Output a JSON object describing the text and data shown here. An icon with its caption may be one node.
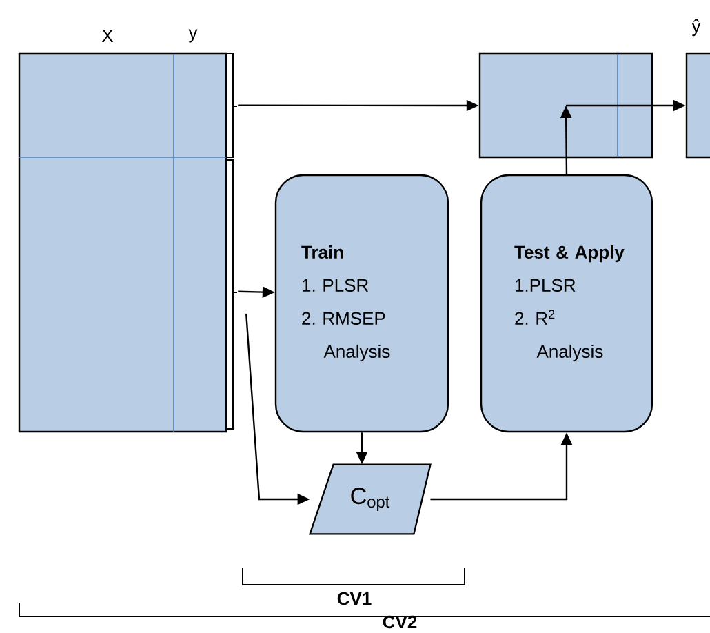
{
  "diagram": {
    "nodes": [
      {
        "text": [
          "X",
          "y"
        ]
      },
      {
        "text": [],
        "shape": "box"
      },
      {
        "text": [
          "ŷ"
        ]
      },
      {
        "text": [
          "Train",
          "1. PLSR",
          "2. RMSEP Analysis"
        ]
      },
      {
        "text": [
          "Test & Apply",
          "1.PLSR",
          "2. R$^{2}$ Analysis"
        ]
      },
      {
        "text": [
          "C$_{opt}$"
        ]
      }
    ],
    "edges": [
      {
        "from": 0,
        "to": 1,
        "arrow": "to"
      },
      {
        "from": 0,
        "to": 3,
        "arrow": "to"
      },
      {
        "from": 0,
        "to": 5,
        "arrow": "to"
      },
      {
        "from": 3,
        "to": 5,
        "arrow": "to"
      },
      {
        "from": 5,
        "to": 4,
        "arrow": "to"
      },
      {
        "from": 4,
        "to": 1,
        "arrow": "to"
      },
      {
        "from": 1,
        "to": 2,
        "arrow": "to"
      }
    ],
    "labels": [
      "CV1",
      "CV2"
    ]
  }
}
